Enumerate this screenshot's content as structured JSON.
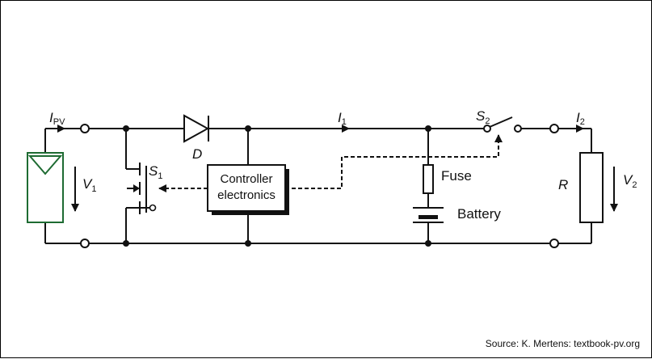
{
  "diagram": {
    "labels": {
      "i_pv": "I",
      "i_pv_sub": "PV",
      "v1": "V",
      "v1_sub": "1",
      "s1": "S",
      "s1_sub": "1",
      "diode": "D",
      "i1": "I",
      "i1_sub": "1",
      "s2": "S",
      "s2_sub": "2",
      "i2": "I",
      "i2_sub": "2",
      "r": "R",
      "v2": "V",
      "v2_sub": "2",
      "fuse": "Fuse",
      "battery": "Battery",
      "controller_line1": "Controller",
      "controller_line2": "electronics"
    },
    "source": "Source: K. Mertens: textbook-pv.org"
  },
  "colors": {
    "wire": "#111111",
    "pv_module": "#1e6b32",
    "background": "#ffffff"
  }
}
